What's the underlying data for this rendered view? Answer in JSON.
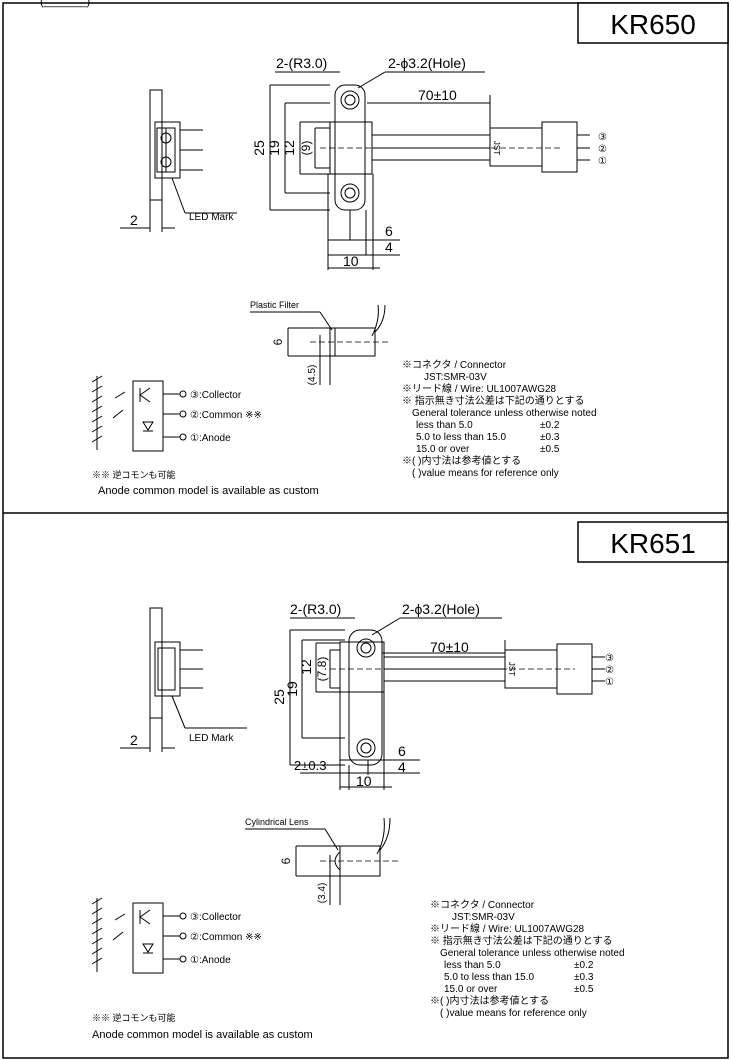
{
  "header_fragment": "(_______)",
  "sections": [
    {
      "model": "KR650",
      "dims": {
        "radius": "2-(R3.0)",
        "hole": "2-ϕ3.2(Hole)",
        "cable": "70±10",
        "d25": "25",
        "d19": "19",
        "d12": "12",
        "d9": "(9)",
        "d2": "2",
        "d6": "6",
        "d4": "4",
        "d10": "10",
        "filter_h": "6",
        "filter_off": "(4.5)"
      },
      "led_mark": "LED Mark",
      "connector_mark": "JST",
      "pins": [
        "③",
        "②",
        "①"
      ],
      "filter_label": "Plastic Filter",
      "notes": [
        "※コネクタ / Connector",
        "JST:SMR-03V",
        "※リード線 / Wire: UL1007AWG28",
        "※ 指示無き寸法公差は下記の通りとする",
        "General tolerance unless otherwise noted"
      ],
      "tolerances": [
        {
          "range": "less than 5.0",
          "tol": "±0.2"
        },
        {
          "range": "5.0 to less than 15.0",
          "tol": "±0.3"
        },
        {
          "range": "15.0 or over",
          "tol": "±0.5"
        }
      ],
      "ref_note": "※(   )内寸法は参考値とする",
      "ref_note_en": "(   )value means for reference only",
      "circuit": {
        "collector": "③:Collector",
        "common": "②:Common ※※",
        "anode": "①:Anode"
      },
      "custom_jp": "※※ 逆コモンも可能",
      "custom_en": "Anode common model is available as custom"
    },
    {
      "model": "KR651",
      "dims": {
        "radius": "2-(R3.0)",
        "hole": "2-ϕ3.2(Hole)",
        "cable": "70±10",
        "d25": "25",
        "d19": "19",
        "d12": "12",
        "d9": "(7.8)",
        "d2": "2",
        "d6": "6",
        "d4": "4",
        "d10": "10",
        "d2tol": "2±0.3",
        "filter_h": "6",
        "filter_off": "(3.4)"
      },
      "led_mark": "LED Mark",
      "connector_mark": "JST",
      "pins": [
        "③",
        "②",
        "①"
      ],
      "filter_label": "Cylindrical Lens",
      "notes": [
        "※コネクタ / Connector",
        "JST:SMR-03V",
        "※リード線 / Wire: UL1007AWG28",
        "※ 指示無き寸法公差は下記の通りとする",
        "General tolerance unless otherwise noted"
      ],
      "tolerances": [
        {
          "range": "less than 5.0",
          "tol": "±0.2"
        },
        {
          "range": "5.0 to less than 15.0",
          "tol": "±0.3"
        },
        {
          "range": "15.0 or over",
          "tol": "±0.5"
        }
      ],
      "ref_note": "※(   )内寸法は参考値とする",
      "ref_note_en": "(   )value means for reference only",
      "circuit": {
        "collector": "③:Collector",
        "common": "②:Common ※※",
        "anode": "①:Anode"
      },
      "custom_jp": "※※ 逆コモンも可能",
      "custom_en": "Anode common model is available as custom"
    }
  ]
}
